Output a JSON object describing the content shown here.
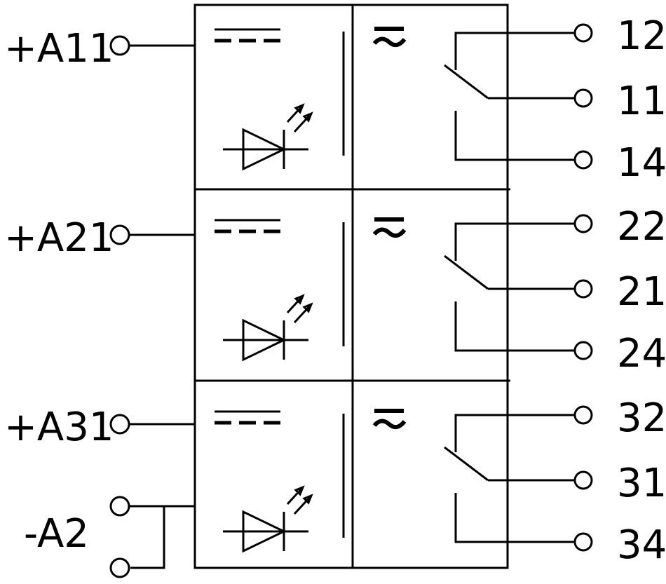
{
  "input_terminals": [
    "+A11",
    "+A21",
    "+A31",
    "-A2"
  ],
  "output_groups": [
    {
      "channel": "1",
      "contacts": [
        "12",
        "11",
        "14"
      ]
    },
    {
      "channel": "2",
      "contacts": [
        "22",
        "21",
        "24"
      ]
    },
    {
      "channel": "3",
      "contacts": [
        "32",
        "31",
        "34"
      ]
    }
  ],
  "symbols": {
    "dc": "dc-symbol",
    "ac": "ac-symbol",
    "led": "led-icon",
    "isolation": "isolation-barrier",
    "contact": "changeover-contact"
  }
}
